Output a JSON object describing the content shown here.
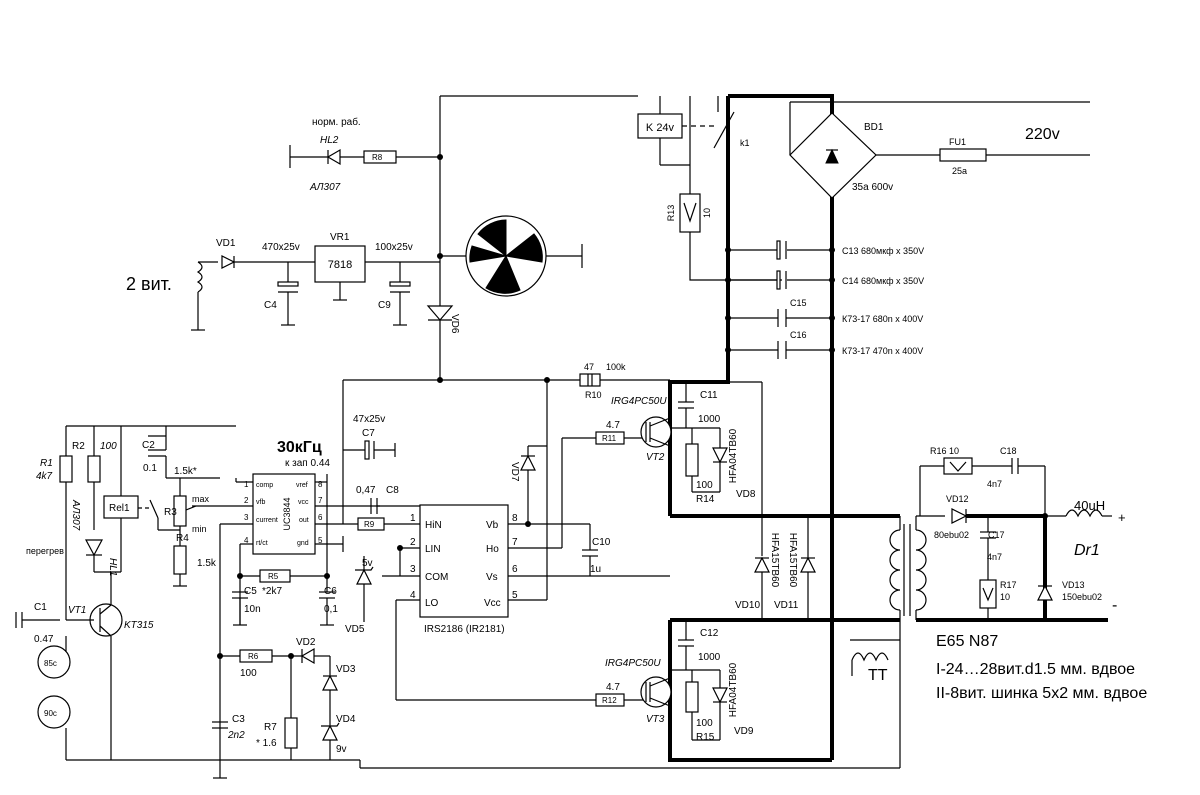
{
  "labels": {
    "hl2_mode": "норм. раб.",
    "hl2_name": "HL2",
    "hl2_type": "АЛ307",
    "r8": "R8",
    "relay": "K 24v",
    "relay_contact": "k1",
    "bd1": "BD1",
    "bd1_rating": "35a 600v",
    "fu1": "FU1",
    "fu1_rating": "25a",
    "mains": "220v",
    "r13": "R13",
    "r13_value": "10",
    "vd1": "VD1",
    "c4_cap": "470x25v",
    "vr1": "VR1",
    "vr1_part": "7818",
    "c9_cap": "100x25v",
    "c4": "C4",
    "c9": "C9",
    "vd6": "VD6",
    "two_turns": "2 вит.",
    "c13": "C13  680мкф х 350V",
    "c14": "C14  680мкф х 350V",
    "c15": "C15",
    "c15_value": "К73-17 680n x 400V",
    "c16": "C16",
    "c16_value": "К73-17 470n x 400V",
    "r10_a": "47",
    "r10_b": "100k",
    "r10": "R10",
    "irg_top": "IRG4PC50U",
    "c11": "C11",
    "c11_value": "1000",
    "r11_value": "4.7",
    "r11": "R11",
    "vt2": "VT2",
    "r14_value": "100",
    "r14": "R14",
    "vd8_part": "HFA04TB60",
    "vd8": "VD8",
    "c7_cap": "47x25v",
    "c7": "C7",
    "freq": "30кГц",
    "k_zap": "к зап 0.44",
    "r1": "R1",
    "r1_value": "4k7",
    "r2": "R2",
    "r2_value": "100",
    "c2": "C2",
    "c2_value": "0.1",
    "r3_star": "1.5k*",
    "r3": "R3",
    "r3_max": "max",
    "r3_min": "min",
    "rel1": "Rel1",
    "r4": "R4",
    "r4_value": "1.5k",
    "hl1_type": "АЛ307",
    "hl1_name": "HL1",
    "overheat": "перегрев",
    "uc_name": "UC3844",
    "uc_comp": "comp",
    "uc_vfb": "vfb",
    "uc_current": "current",
    "uc_rtct": "rt/ct",
    "uc_vref": "vref",
    "uc_vcc": "vcc",
    "uc_out": "out",
    "uc_gnd": "gnd",
    "p1": "1",
    "p2": "2",
    "p3": "3",
    "p4": "4",
    "p5": "5",
    "p6": "6",
    "p7": "7",
    "p8": "8",
    "c8_value": "0,47",
    "c8": "C8",
    "r9": "R9",
    "vd7": "VD7",
    "hin": "HiN",
    "lin": "LIN",
    "com": "COM",
    "lo": "LO",
    "vb": "Vb",
    "ho": "Ho",
    "vs": "Vs",
    "vcc_ir": "Vcc",
    "ir_name": "IRS2186 (IR2181)",
    "c10": "C10",
    "c10_value": "1u",
    "z5v": "5v",
    "vd5": "VD5",
    "r5": "R5",
    "r5_value": "*2k7",
    "c5": "C5",
    "c5_value": "10n",
    "c6": "C6",
    "c6_value": "0,1",
    "c1": "C1",
    "c1_value": "0.47",
    "vt1": "VT1",
    "kt315": "KT315",
    "t85": "85c",
    "t90": "90c",
    "r6": "R6",
    "r6_value": "100",
    "vd2": "VD2",
    "vd3": "VD3",
    "vd4": "VD4",
    "z9v": "9v",
    "c3": "C3",
    "c3_value": "2n2",
    "r7": "R7",
    "r7_value": "* 1.6",
    "vd10_part": "HFA15TB60",
    "vd11_part": "HFA15TB60",
    "vd10": "VD10",
    "vd11": "VD11",
    "c12": "C12",
    "c12_value": "1000",
    "irg_bot": "IRG4PC50U",
    "r12_value": "4.7",
    "r12": "R12",
    "vt3": "VT3",
    "r15_value": "100",
    "r15": "R15",
    "vd9_part": "HFA04TB60",
    "vd9": "VD9",
    "r16": "R16 10",
    "c18": "C18",
    "c18_value": "4n7",
    "vd12": "VD12",
    "vd12_part": "80ebu02",
    "c17": "C17",
    "c17_value": "4n7",
    "r17": "R17",
    "r17_value": "10",
    "vd13": "VD13",
    "vd13_part": "150ebu02",
    "l_out": "40uH",
    "dr1": "Dr1",
    "plus": "+",
    "minus": "-",
    "tt": "TT",
    "core": "E65 N87",
    "wind1": "I-24…28вит.d1.5 мм. вдвое",
    "wind2": "II-8вит. шинка 5х2 мм. вдвое"
  }
}
